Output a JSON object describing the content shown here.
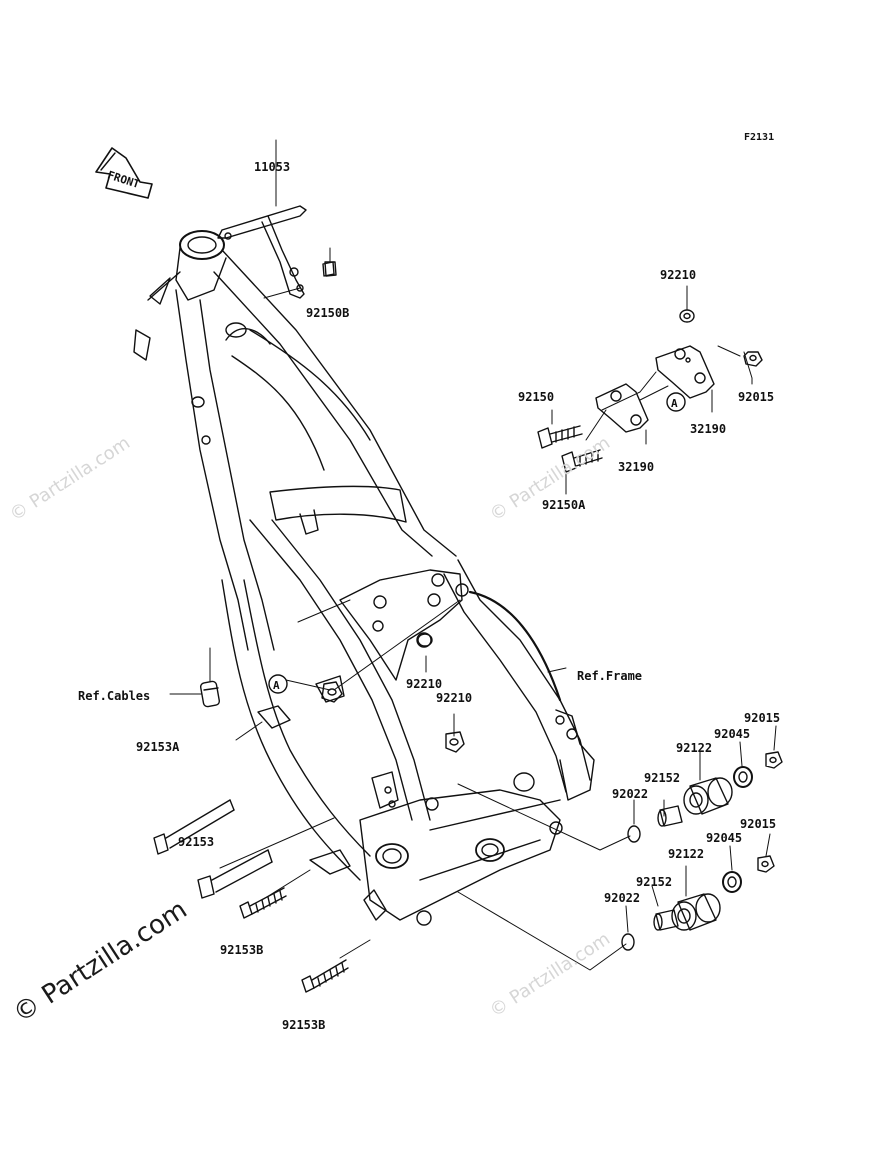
{
  "figure_code": "F2131",
  "front_arrow_label": "FRONT",
  "callout_marker": "A",
  "watermarks": {
    "main": "© Partzilla.com",
    "faint": "© Partzilla.com"
  },
  "parts": [
    {
      "key": "p11053",
      "label": "11053"
    },
    {
      "key": "p92150B",
      "label": "92150B"
    },
    {
      "key": "p92210_top",
      "label": "92210"
    },
    {
      "key": "p92015_top",
      "label": "92015"
    },
    {
      "key": "p92150",
      "label": "92150"
    },
    {
      "key": "p32190_right",
      "label": "32190"
    },
    {
      "key": "p32190_left",
      "label": "32190"
    },
    {
      "key": "p92150A",
      "label": "92150A"
    },
    {
      "key": "ref_frame",
      "label": "Ref.Frame"
    },
    {
      "key": "ref_cables",
      "label": "Ref.Cables"
    },
    {
      "key": "p92210_mid",
      "label": "92210"
    },
    {
      "key": "p92210_low",
      "label": "92210"
    },
    {
      "key": "p92015_a",
      "label": "92015"
    },
    {
      "key": "p92045_a",
      "label": "92045"
    },
    {
      "key": "p92122_a",
      "label": "92122"
    },
    {
      "key": "p92153A",
      "label": "92153A"
    },
    {
      "key": "p92152_a",
      "label": "92152"
    },
    {
      "key": "p92022_a",
      "label": "92022"
    },
    {
      "key": "p92015_b",
      "label": "92015"
    },
    {
      "key": "p92045_b",
      "label": "92045"
    },
    {
      "key": "p92153",
      "label": "92153"
    },
    {
      "key": "p92122_b",
      "label": "92122"
    },
    {
      "key": "p92152_b",
      "label": "92152"
    },
    {
      "key": "p92022_b",
      "label": "92022"
    },
    {
      "key": "p92153B_a",
      "label": "92153B"
    },
    {
      "key": "p92153B_b",
      "label": "92153B"
    }
  ]
}
